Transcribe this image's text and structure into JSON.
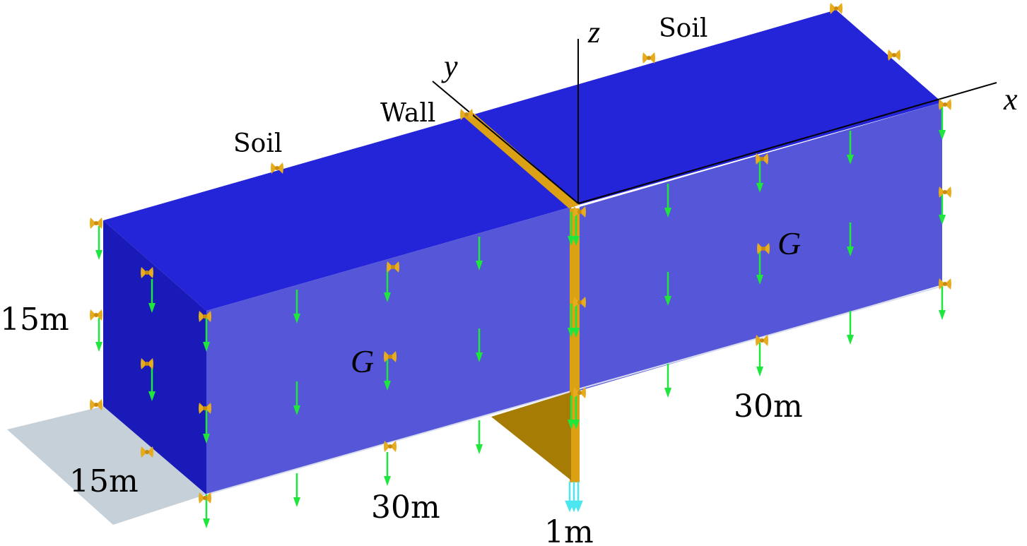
{
  "labels": {
    "soil_left": "Soil",
    "soil_right": "Soil",
    "wall": "Wall",
    "axis_x": "x",
    "axis_y": "y",
    "axis_z": "z",
    "g_left": "G",
    "g_right": "G",
    "dim_height": "15m",
    "dim_depth": "15m",
    "dim_length_left": "30m",
    "dim_length_right": "30m",
    "dim_wall": "1m"
  },
  "colors": {
    "top_face": "#2424d8",
    "front_face": "#5656d8",
    "side_face": "#1a1ab8",
    "wall": "#dba014",
    "wall_dark": "#a77c05",
    "ground": "#c5d0d8",
    "gravity_arrow": "#1ee63c",
    "support_marker": "#e6ac1e",
    "wall_load_arrow": "#4ce6f0",
    "axis": "#000000"
  },
  "icons": {
    "load": "down-arrow-icon",
    "support": "support-marker-icon"
  }
}
